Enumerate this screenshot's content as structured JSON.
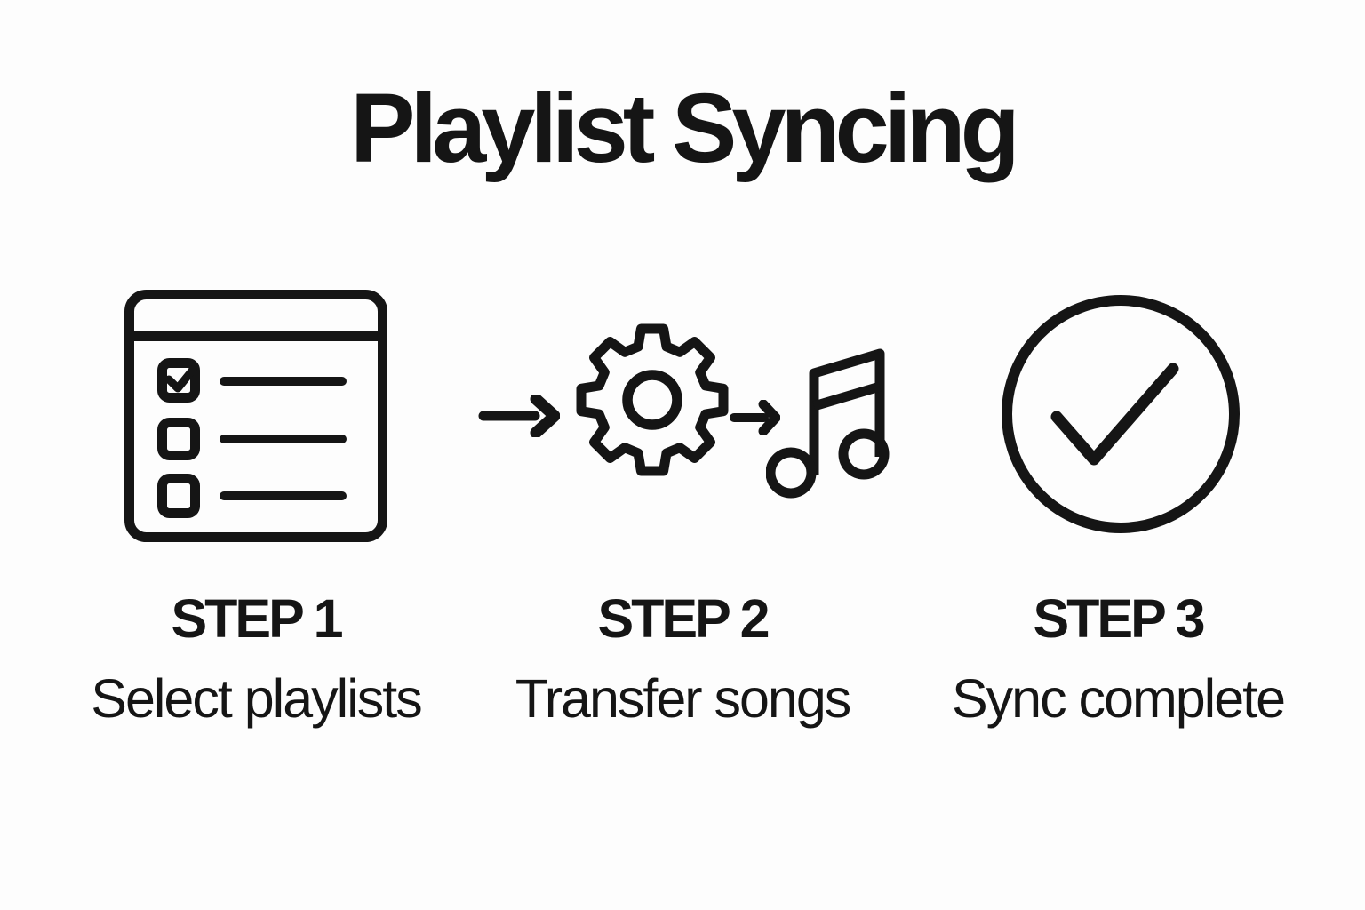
{
  "title": "Playlist Syncing",
  "colors": {
    "ink": "#151515",
    "background": "#fdfdfd",
    "panel_fill": "#f8f8f6"
  },
  "steps": [
    {
      "label": "STEP 1",
      "caption": "Select playlists",
      "icon": "playlist-checklist-icon"
    },
    {
      "label": "STEP 2",
      "caption": "Transfer songs",
      "icon": "gear-icon"
    },
    {
      "label": "STEP 3",
      "caption": "Sync complete",
      "icon": "check-circle-icon"
    }
  ],
  "icons": {
    "step1": "playlist-checklist-icon",
    "flow_in": "right-arrow-icon",
    "step2_process": "gear-icon",
    "flow_out": "small-right-arrow-icon",
    "step2_output": "music-note-icon",
    "step3": "check-circle-icon"
  }
}
